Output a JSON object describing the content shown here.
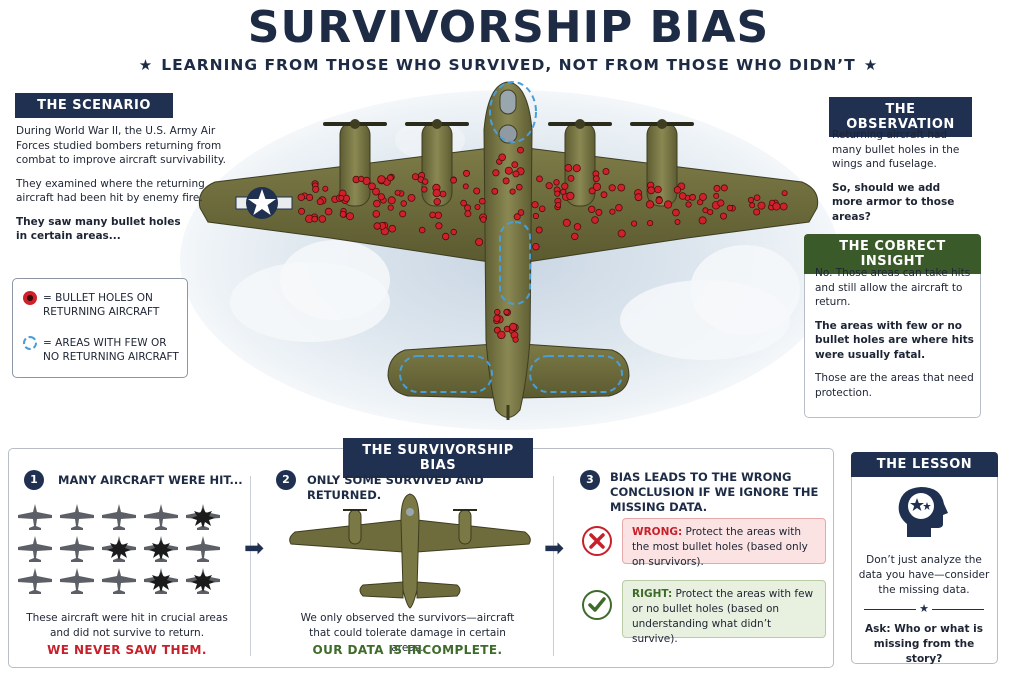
{
  "title": "SURVIVORSHIP BIAS",
  "subtitle": "LEARNING FROM THOSE WHO SURVIVED, NOT FROM THOSE WHO DIDN’T",
  "scenario": {
    "heading": "THE SCENARIO",
    "p1": "During World War II, the U.S. Army Air Forces studied bombers returning from combat to improve aircraft survivability.",
    "p2": "They examined where the returning aircraft had been hit by enemy fire.",
    "p3": "They saw many bullet holes in certain areas..."
  },
  "legend": {
    "item1": "= BULLET HOLES ON RETURNING AIRCRAFT",
    "item2": "= AREAS WITH FEW OR NO RETURNING AIRCRAFT"
  },
  "observation": {
    "heading": "THE OBSERVATION",
    "p1": "Returning aircraft had many bullet holes in the wings and fuselage.",
    "p2": "So, should we add more armor to those areas?"
  },
  "insight": {
    "heading": "THE COBRECT INSIGHT",
    "p1": "No. Those areas can take hits and still allow the aircraft to return.",
    "p2": "The areas with few or no bullet holes are where hits were usually fatal.",
    "p3": "Those are the areas that need protection."
  },
  "bias": {
    "heading": "THE SURVIVORSHIP BIAS",
    "step1": {
      "num": "1",
      "title": "MANY AIRCRAFT WERE HIT...",
      "caption": "These aircraft were hit in crucial areas and did not survive to return.",
      "strong": "WE NEVER SAW THEM."
    },
    "step2": {
      "num": "2",
      "title": "ONLY SOME SURVIVED AND RETURNED.",
      "caption": "We only observed the survivors—aircraft that could tolerate damage in certain areas.",
      "strong": "OUR DATA IS INCOMPLETE."
    },
    "step3": {
      "num": "3",
      "title": "BIAS LEADS TO THE WRONG CONCLUSION IF WE IGNORE THE MISSING DATA.",
      "wrong_label": "WRONG:",
      "wrong_text": " Protect the areas with the most bullet holes (based only on survivors).",
      "right_label": "RIGHT:",
      "right_text": " Protect the areas with few or no bullet holes (based on understanding what didn’t survive)."
    }
  },
  "lesson": {
    "heading": "THE LESSON",
    "text": "Don’t just analyze the data you have—consider the missing data.",
    "ask": "Ask: Who or what is missing from the story?"
  },
  "colors": {
    "navy": "#1f3050",
    "green": "#3b5a2a",
    "olive": "#6b6a3a",
    "hole": "#d0202a",
    "dashed": "#4a9ed8",
    "wrong_red": "#c8202a",
    "right_green": "#3e6b2a"
  }
}
